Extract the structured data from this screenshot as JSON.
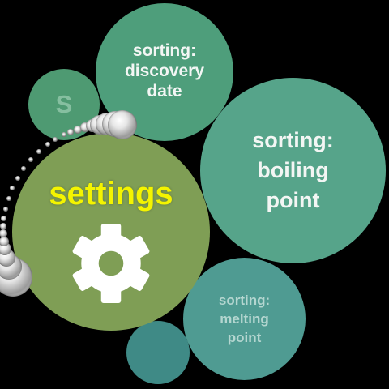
{
  "bubbles": {
    "s": {
      "label": "S"
    },
    "discovery_date": {
      "label": "sorting:\ndiscovery\ndate"
    },
    "boiling_point": {
      "label": "sorting:\nboiling\npoint"
    },
    "melting_point": {
      "label": "sorting:\nmelting\npoint"
    },
    "settings": {
      "label": "settings",
      "icon": "gear-icon"
    },
    "small": {
      "label": ""
    }
  },
  "decoration": {
    "icon": "diamond-bead-arc"
  },
  "colors": {
    "background": "#000000",
    "settings_bubble": "#7f9e55",
    "settings_label": "#f4f400",
    "teal_bubble": "#56a48a",
    "gear": "#ffffff"
  }
}
